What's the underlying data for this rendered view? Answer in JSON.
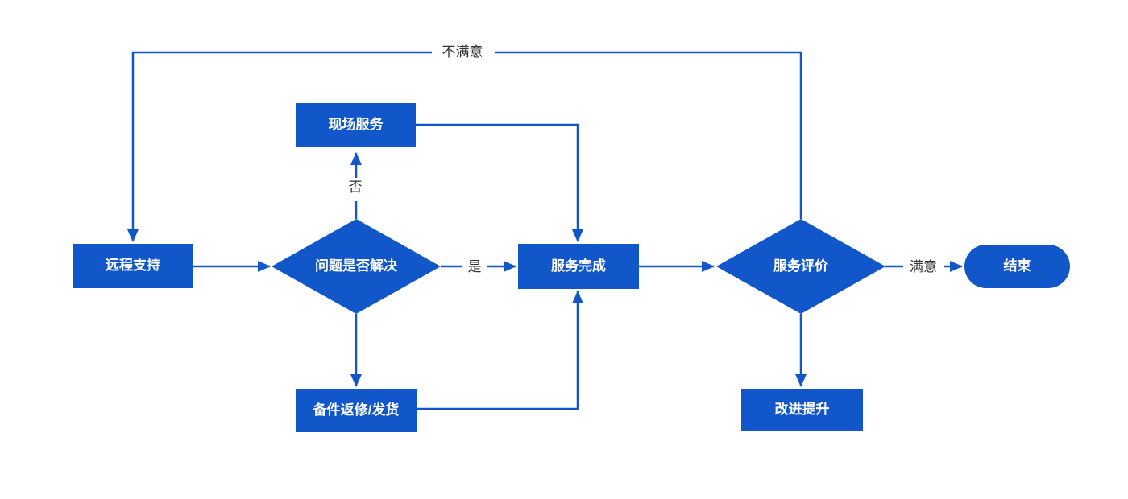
{
  "diagram": {
    "type": "flowchart",
    "colors": {
      "node_fill": "#1257C9",
      "connector": "#1257C9",
      "node_text": "#FFFFFF",
      "edge_label_text": "#333333",
      "background": "#FFFFFF"
    },
    "nodes": {
      "remote_support": {
        "label": "远程支持",
        "shape": "process"
      },
      "problem_solved": {
        "label": "问题是否解决",
        "shape": "decision"
      },
      "onsite_service": {
        "label": "现场服务",
        "shape": "process"
      },
      "parts_return": {
        "label": "备件返修/发货",
        "shape": "process"
      },
      "service_done": {
        "label": "服务完成",
        "shape": "process"
      },
      "service_eval": {
        "label": "服务评价",
        "shape": "decision"
      },
      "improve": {
        "label": "改进提升",
        "shape": "process"
      },
      "end": {
        "label": "结束",
        "shape": "terminator"
      }
    },
    "edge_labels": {
      "no": "否",
      "yes": "是",
      "satisfied": "满意",
      "unsatisfied": "不满意"
    },
    "edges": [
      {
        "from": "远程支持",
        "to": "问题是否解决",
        "label": ""
      },
      {
        "from": "问题是否解决",
        "to": "现场服务",
        "label": "否"
      },
      {
        "from": "问题是否解决",
        "to": "服务完成",
        "label": "是"
      },
      {
        "from": "问题是否解决",
        "to": "备件返修/发货",
        "label": ""
      },
      {
        "from": "现场服务",
        "to": "服务完成",
        "label": ""
      },
      {
        "from": "备件返修/发货",
        "to": "服务完成",
        "label": ""
      },
      {
        "from": "服务完成",
        "to": "服务评价",
        "label": ""
      },
      {
        "from": "服务评价",
        "to": "结束",
        "label": "满意"
      },
      {
        "from": "服务评价",
        "to": "改进提升",
        "label": ""
      },
      {
        "from": "服务评价",
        "to": "远程支持",
        "label": "不满意"
      }
    ]
  }
}
